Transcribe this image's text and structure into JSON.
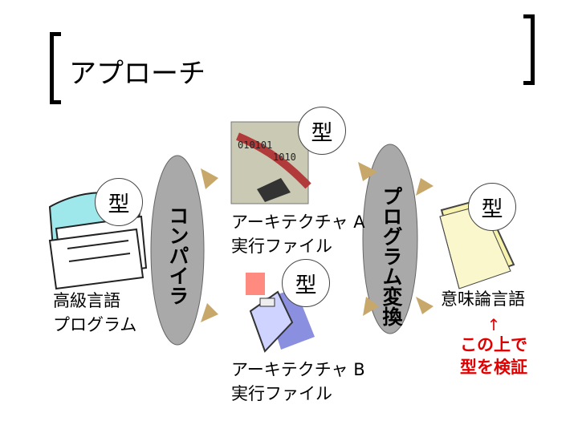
{
  "slide": {
    "title": "アプローチ",
    "type_badges": [
      "型",
      "型",
      "型",
      "型"
    ],
    "compiler_label": "コンパイラ",
    "converter_label": "プログラム変換",
    "high_level_program": [
      "高級言語",
      "プログラム"
    ],
    "arch_a": [
      "アーキテクチャ A",
      "実行ファイル"
    ],
    "arch_b": [
      "アーキテクチャ B",
      "実行ファイル"
    ],
    "semantics_language": "意味論言語",
    "verify_arrow": "↑",
    "verify_text": [
      "この上で",
      "型を検証"
    ]
  },
  "colors": {
    "accent_red": "#e00000",
    "ellipse_gray": "#a9a9a9",
    "arrow_tan": "#c8a86a"
  }
}
